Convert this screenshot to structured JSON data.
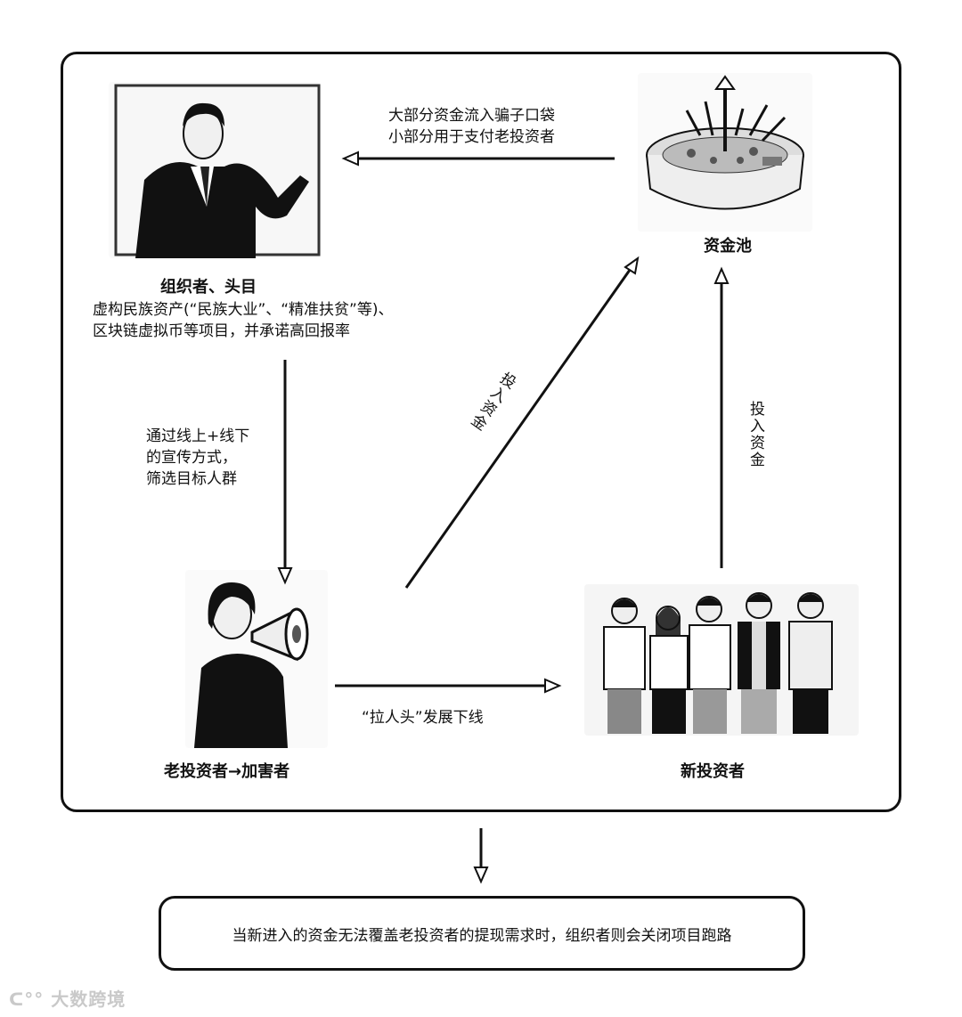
{
  "nodes": {
    "organizer": {
      "title": "组织者、头目",
      "desc_line1": "虚构民族资产(“民族大业”、“精准扶贫”等)、",
      "desc_line2": "区块链虚拟币等项目，并承诺高回报率",
      "image": "man-in-suit-pointing-at-whiteboard"
    },
    "fund_pool": {
      "title": "资金池",
      "image": "money-pot-with-arrows"
    },
    "old_investor": {
      "title": "老投资者→加害者",
      "image": "woman-with-megaphone"
    },
    "new_investor": {
      "title": "新投资者",
      "image": "group-of-young-people"
    }
  },
  "edges": {
    "pool_to_organizer": {
      "line1": "大部分资金流入骗子口袋",
      "line2": "小部分用于支付老投资者"
    },
    "organizer_to_old": {
      "line1": "通过线上+线下",
      "line2": "的宣传方式，",
      "line3": "筛选目标人群"
    },
    "old_to_pool": {
      "label": "投入资金"
    },
    "new_to_pool": {
      "label": "投入资金"
    },
    "old_to_new": {
      "label": "“拉人头”发展下线"
    }
  },
  "conclusion": "当新进入的资金无法覆盖老投资者的提现需求时，组织者则会关闭项目跑路",
  "watermark": "大数跨境",
  "colors": {
    "stroke": "#111111",
    "background": "#ffffff"
  }
}
